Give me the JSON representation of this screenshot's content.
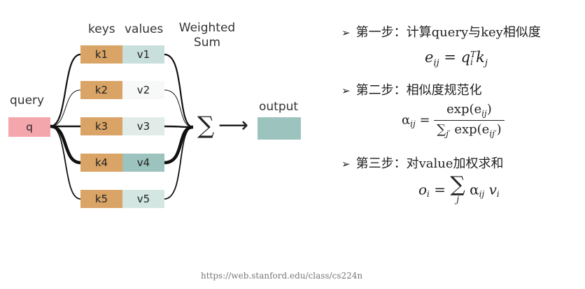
{
  "diagram": {
    "keys_label": "keys",
    "values_label": "values",
    "weighted_sum_label_line1": "Weighted",
    "weighted_sum_label_line2": "Sum",
    "query_label": "query",
    "query_box": "q",
    "output_label": "output",
    "sum_symbol": "∑",
    "arrow_symbol": "⟶",
    "keys": [
      "k1",
      "k2",
      "k3",
      "k4",
      "k5"
    ],
    "values": [
      "v1",
      "v2",
      "v3",
      "v4",
      "v5"
    ],
    "value_colors": [
      "#c8dfdb",
      "#f7f9f8",
      "#e1ece9",
      "#9cc3bd",
      "#d3e6e2"
    ],
    "colors": {
      "key": "#d9a466",
      "query": "#f4a6ad",
      "output": "#9cc3bd"
    }
  },
  "steps": [
    {
      "marker": "➢",
      "title": "第一步：计算query与key相似度"
    },
    {
      "marker": "➢",
      "title": "第二步：相似度规范化"
    },
    {
      "marker": "➢",
      "title": "第三步：对value加权求和"
    }
  ],
  "formulas": {
    "f1": {
      "lhs": "e",
      "lhs_sub": "ij",
      "eq": "=",
      "q": "q",
      "q_sub": "i",
      "q_sup": "T",
      "k": "k",
      "k_sub": "j"
    },
    "f2": {
      "lhs": "α",
      "lhs_sub": "ij",
      "eq": "=",
      "num": "exp(e",
      "num_sub": "ij",
      "num_close": ")",
      "den_sum": "∑",
      "den_sum_sub": "j′",
      "den": " exp(e",
      "den_sub": "ij′",
      "den_close": ")"
    },
    "f3": {
      "lhs": "o",
      "lhs_sub": "i",
      "eq": "=",
      "sum": "∑",
      "sum_sub": "j",
      "alpha": "α",
      "alpha_sub": "ij",
      "v": "v",
      "v_sub": "i"
    }
  },
  "source_url": "https://web.stanford.edu/class/cs224n"
}
